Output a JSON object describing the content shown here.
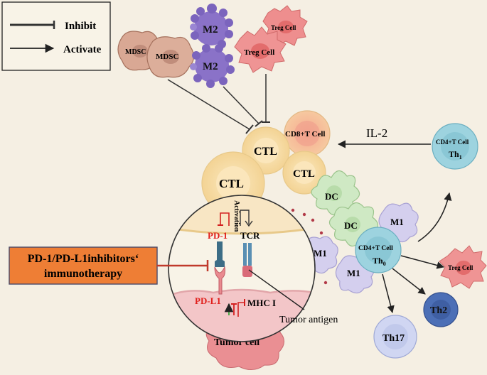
{
  "legend": {
    "inhibit_label": "Inhibit",
    "activate_label": "Activate"
  },
  "cells": {
    "mdsc_small": "MDSC",
    "mdsc": "MDSC",
    "m2_top": "M2",
    "m2_bottom": "M2",
    "treg_small": "Treg Cell",
    "treg": "Treg Cell",
    "cd8": "CD8+T Cell",
    "ctl_top": "CTL",
    "ctl_left": "CTL",
    "ctl_right": "CTL",
    "cd4_th1_name": "CD4+T Cell",
    "cd4_th1_sub": "Th",
    "cd4_th1_subscript": "1",
    "dc_top": "DC",
    "dc_bottom": "DC",
    "m1_top": "M1",
    "m1_left": "M1",
    "m1_bottom": "M1",
    "cd4_th0_name": "CD4+T Cell",
    "cd4_th0_sub": "Th",
    "cd4_th0_subscript": "0",
    "treg_right": "Treg Cell",
    "th2": "Th2",
    "th17": "Th17",
    "tumor": "Tumor cell"
  },
  "labels": {
    "il2": "IL-2",
    "activation": "Activation",
    "pd1": "PD-1",
    "tcr": "TCR",
    "pdl1": "PD-L1",
    "mhc": "MHC I",
    "tumor_antigen": "Tumor antigen"
  },
  "therapy": {
    "line1": "PD-1/PD-L1inhibitors‘",
    "line2": "immunotherapy"
  },
  "colors": {
    "background": "#f5efe3",
    "ctl": "#f8dfa8",
    "m2": "#8a72c8",
    "treg": "#ee8e8e",
    "mdsc": "#d9a894",
    "dc": "#cfe9c4",
    "m1": "#d4cfee",
    "th_blue": "#9dd3df",
    "th2": "#4c6fb6",
    "th17": "#d0d6f2",
    "therapy_box": "#ee7e35",
    "red_text": "#e0201c"
  }
}
